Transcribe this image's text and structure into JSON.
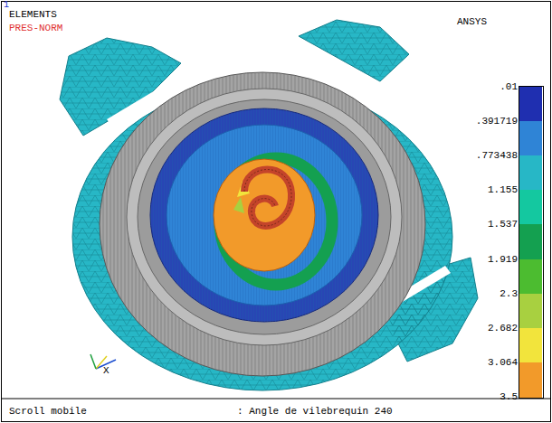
{
  "diagram": {
    "labels": [
      "1",
      "ELEMENTS",
      "PRES-NORM",
      "ANSYS",
      "X",
      "Scroll mobile",
      ": Angle de vilebrequin 240",
      "3.5"
    ],
    "legend": [
      {
        "text": ".01",
        "color": "#1f2fb0"
      },
      {
        "text": ".391719",
        "color": "#2f84d6"
      },
      {
        "text": ".773438",
        "color": "#27b7c6"
      },
      {
        "text": "1.155",
        "color": "#14c8a0"
      },
      {
        "text": "1.537",
        "color": "#14a050"
      },
      {
        "text": "1.919",
        "color": "#4cbc30"
      },
      {
        "text": "2.3",
        "color": "#a8d040"
      },
      {
        "text": "2.682",
        "color": "#f2e43c"
      },
      {
        "text": "3.064",
        "color": "#f29a2a"
      }
    ]
  }
}
